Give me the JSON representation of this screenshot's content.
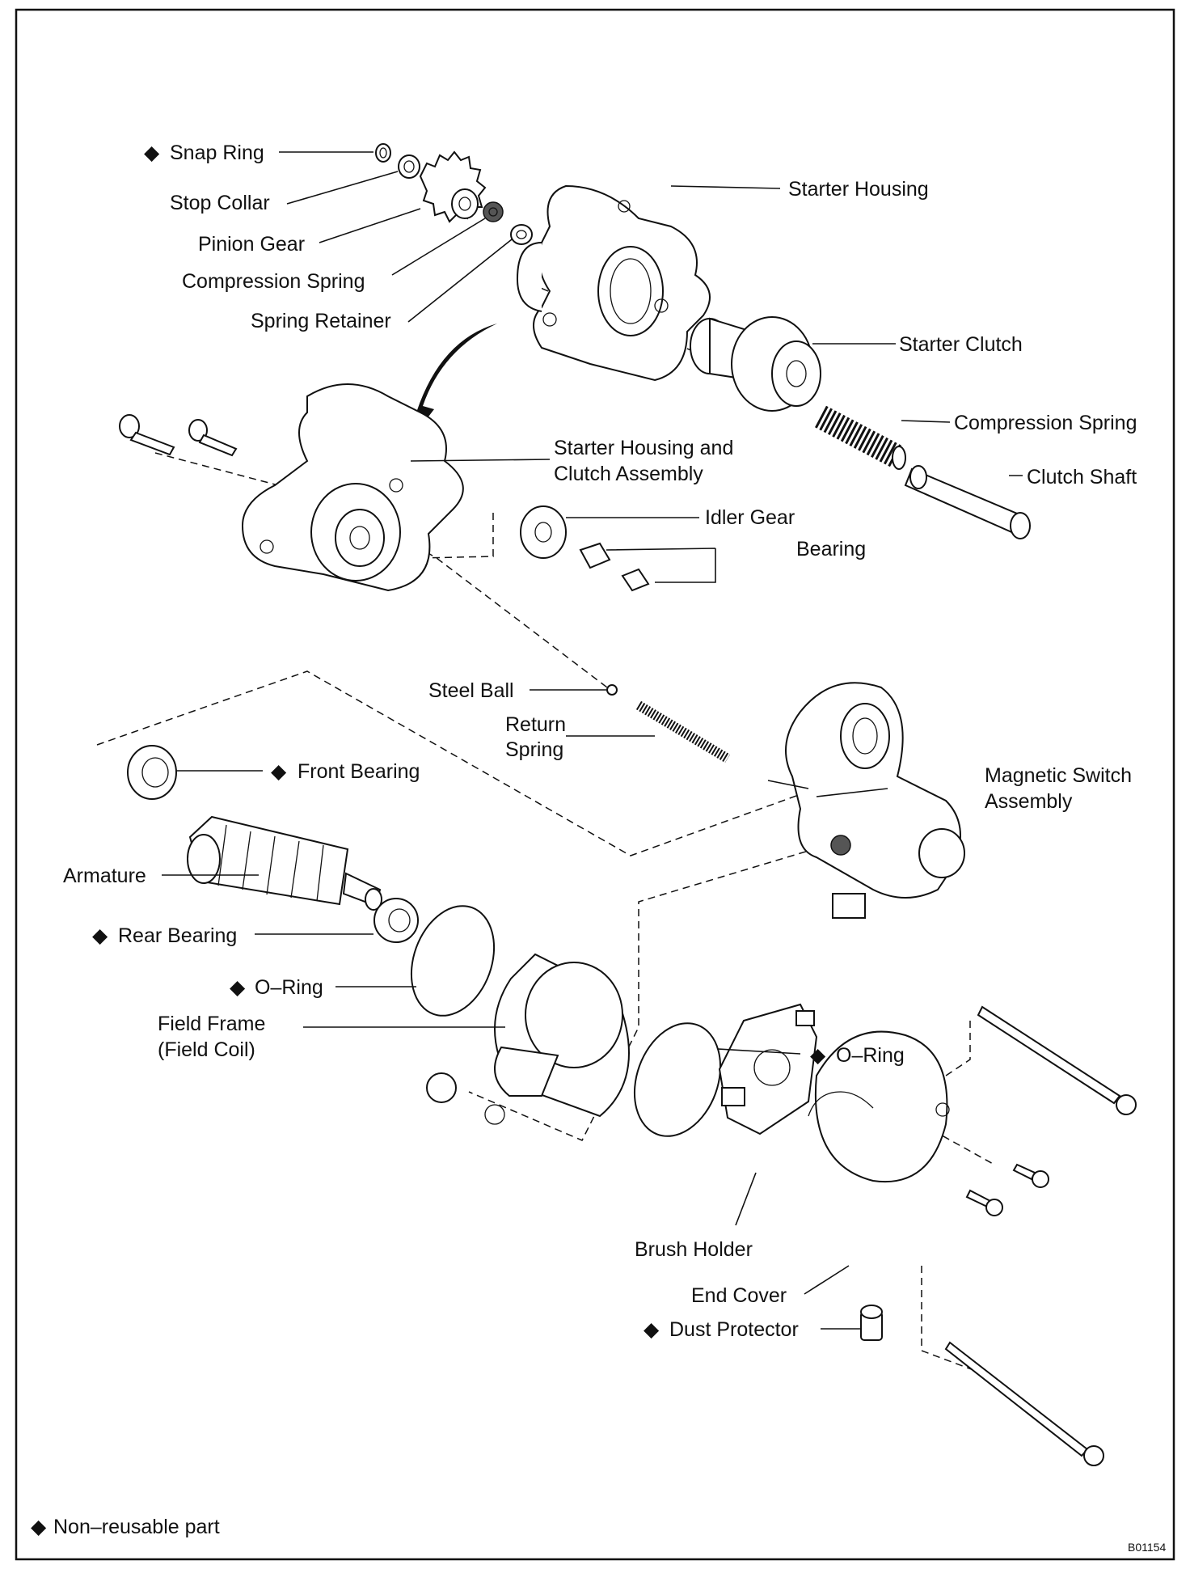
{
  "diagram_code": "B01154",
  "legend": {
    "marker": "◆",
    "text": "Non–reusable part"
  },
  "labels": {
    "snap_ring": "Snap Ring",
    "stop_collar": "Stop Collar",
    "pinion_gear": "Pinion Gear",
    "compression_spring_1": "Compression Spring",
    "spring_retainer": "Spring Retainer",
    "starter_housing": "Starter Housing",
    "starter_clutch": "Starter Clutch",
    "compression_spring_2": "Compression Spring",
    "clutch_shaft": "Clutch Shaft",
    "starter_housing_clutch_1": "Starter Housing and",
    "starter_housing_clutch_2": "Clutch Assembly",
    "idler_gear": "Idler Gear",
    "bearing": "Bearing",
    "steel_ball": "Steel Ball",
    "return_spring_1": "Return",
    "return_spring_2": "Spring",
    "magnetic_switch_1": "Magnetic Switch",
    "magnetic_switch_2": "Assembly",
    "front_bearing": "Front Bearing",
    "armature": "Armature",
    "rear_bearing": "Rear Bearing",
    "o_ring_1": "O–Ring",
    "field_frame_1": "Field Frame",
    "field_frame_2": "(Field Coil)",
    "o_ring_2": "O–Ring",
    "brush_holder": "Brush Holder",
    "end_cover": "End Cover",
    "dust_protector": "Dust Protector"
  },
  "nonreusable_marker": "◆"
}
